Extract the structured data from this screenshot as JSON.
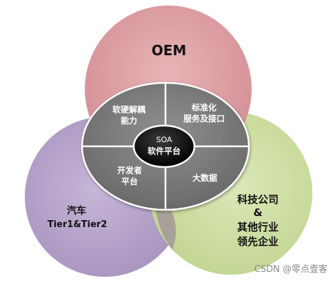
{
  "diagram": {
    "circles": {
      "oem": {
        "label": "OEM",
        "color": "#dfa3a7"
      },
      "auto": {
        "lines": [
          "汽车",
          "Tier1&Tier2"
        ],
        "color": "#b9a6cd"
      },
      "tech": {
        "lines": [
          "科技公司",
          "&",
          "其他行业",
          "领先企业"
        ],
        "color": "#cfdfa5"
      }
    },
    "ring": {
      "segments": [
        {
          "lines": [
            "软硬解耦",
            "能力"
          ]
        },
        {
          "lines": [
            "标准化",
            "服务及接口"
          ]
        },
        {
          "lines": [
            "开发者",
            "平台"
          ]
        },
        {
          "lines": [
            "大数据"
          ]
        }
      ],
      "color": "#7b7b7b"
    },
    "center": {
      "lines": [
        "SOA",
        "软件平台"
      ],
      "color": "#0a0a0a"
    }
  },
  "watermark": "CSDN @零点壹客"
}
